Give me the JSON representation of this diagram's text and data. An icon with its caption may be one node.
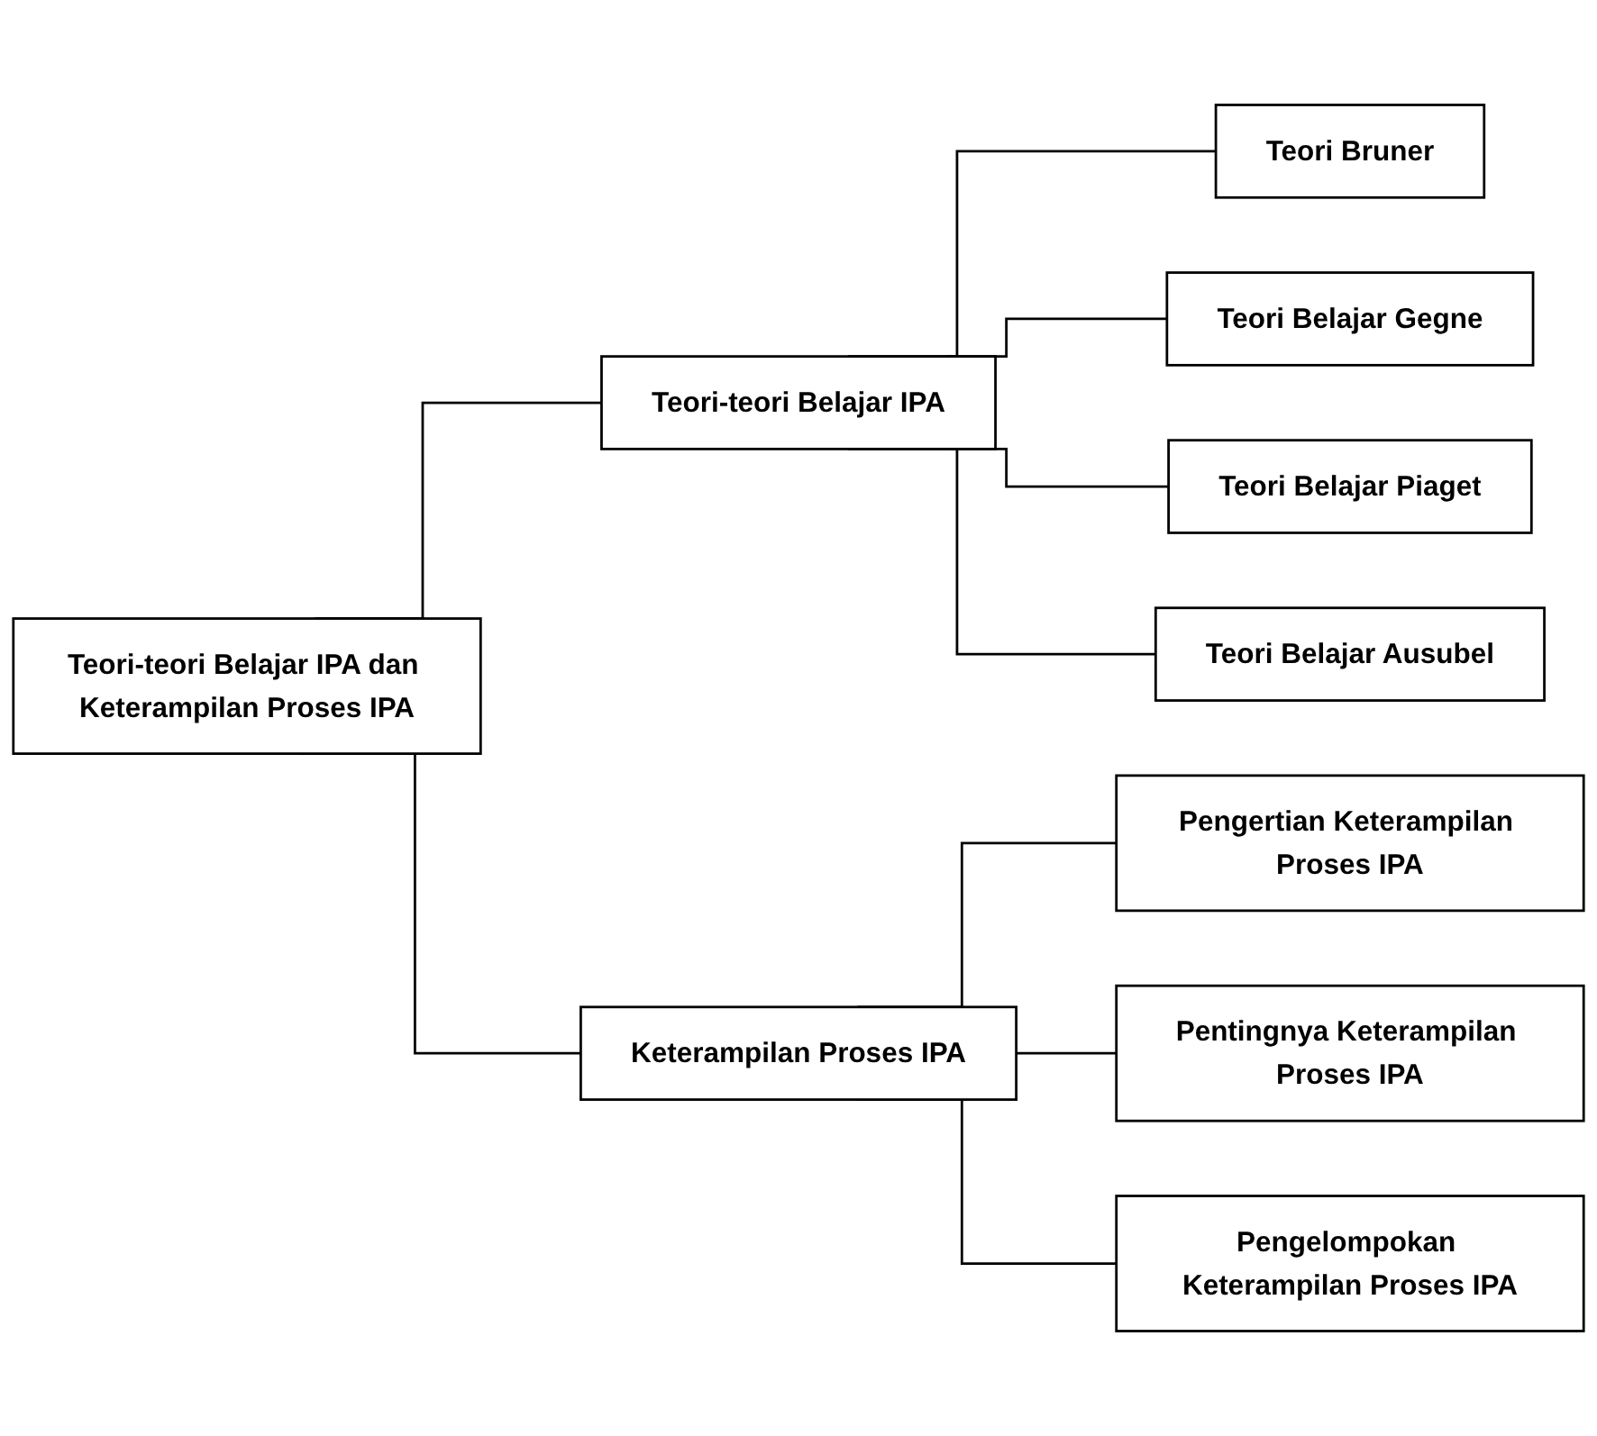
{
  "diagram": {
    "nodes": [
      {
        "text": [
          "Teori-teori Belajar IPA dan Keterampilan Proses IPA"
        ]
      },
      {
        "text": [
          "Teori-teori Belajar IPA"
        ]
      },
      {
        "text": [
          "Teori Bruner"
        ]
      },
      {
        "text": [
          "Teori Belajar Gegne"
        ]
      },
      {
        "text": [
          "Teori Belajar Piaget"
        ]
      },
      {
        "text": [
          "Teori Belajar Ausubel"
        ]
      },
      {
        "text": [
          "Keterampilan Proses IPA"
        ]
      },
      {
        "text": [
          "Pengertian Keterampilan Proses IPA"
        ]
      },
      {
        "text": [
          "Pentingnya Keterampilan Proses IPA"
        ]
      },
      {
        "text": [
          "Pengelompokan Keterampilan Proses IPA"
        ]
      }
    ],
    "edges": [
      {
        "from": 0,
        "to": 1,
        "arrow": "none"
      },
      {
        "from": 0,
        "to": 6,
        "arrow": "none"
      },
      {
        "from": 1,
        "to": 2,
        "arrow": "none"
      },
      {
        "from": 1,
        "to": 3,
        "arrow": "none"
      },
      {
        "from": 1,
        "to": 4,
        "arrow": "none"
      },
      {
        "from": 1,
        "to": 5,
        "arrow": "none"
      },
      {
        "from": 6,
        "to": 7,
        "arrow": "none"
      },
      {
        "from": 6,
        "to": 8,
        "arrow": "none"
      },
      {
        "from": 6,
        "to": 9,
        "arrow": "none"
      }
    ]
  }
}
